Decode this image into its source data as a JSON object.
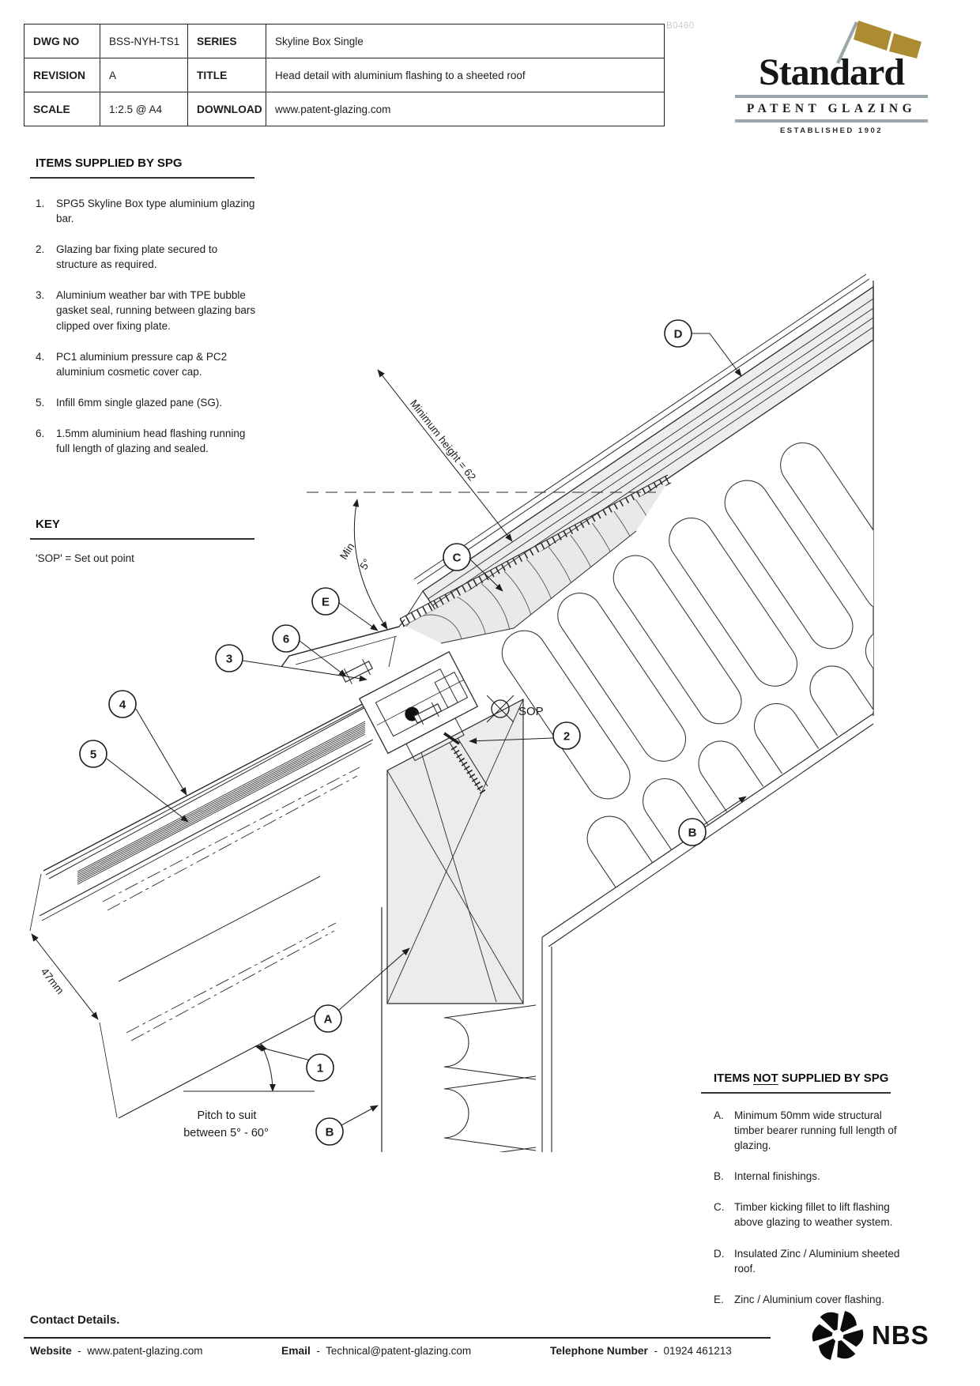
{
  "title_block": {
    "cells": [
      [
        "DWG NO",
        "BSS-NYH-TS1",
        "SERIES",
        "Skyline Box Single"
      ],
      [
        "REVISION",
        "A",
        "TITLE",
        "Head detail with aluminium flashing to a sheeted roof"
      ],
      [
        "SCALE",
        "1:2.5 @ A4",
        "DOWNLOAD",
        "www.patent-glazing.com"
      ]
    ],
    "watermark": "B0460"
  },
  "logo": {
    "name": "Standard",
    "tagline": "PATENT GLAZING",
    "established": "ESTABLISHED 1902",
    "flag_color": "#ab8c33",
    "rule_color": "#9aa7aa"
  },
  "supplied": {
    "heading": "ITEMS SUPPLIED BY SPG",
    "items": [
      {
        "n": "1.",
        "text": "SPG5 Skyline Box type aluminium glazing bar."
      },
      {
        "n": "2.",
        "text": "Glazing bar fixing plate secured to structure as required."
      },
      {
        "n": "3.",
        "text": "Aluminium weather bar with TPE bubble gasket seal, running between glazing bars clipped over fixing plate."
      },
      {
        "n": "4.",
        "text": "PC1 aluminium pressure cap & PC2 aluminium cosmetic cover cap."
      },
      {
        "n": "5.",
        "text": "Infill 6mm single glazed pane (SG)."
      },
      {
        "n": "6.",
        "text": "1.5mm aluminium head flashing running full length of glazing and sealed."
      }
    ]
  },
  "key": {
    "heading": "KEY",
    "text": "'SOP' = Set out point"
  },
  "not_supplied": {
    "heading_prefix": "ITEMS ",
    "heading_not": "NOT",
    "heading_suffix": " SUPPLIED BY SPG",
    "items": [
      {
        "n": "A.",
        "text": "Minimum 50mm wide structural timber bearer running full length of glazing."
      },
      {
        "n": "B.",
        "text": "Internal finishings."
      },
      {
        "n": "C.",
        "text": "Timber kicking fillet to lift flashing above glazing to weather system."
      },
      {
        "n": "D.",
        "text": "Insulated Zinc / Aluminium sheeted roof."
      },
      {
        "n": "E.",
        "text": "Zinc / Aluminium cover flashing."
      }
    ]
  },
  "drawing": {
    "callouts": {
      "d": "D",
      "c": "C",
      "e": "E",
      "n6": "6",
      "n3": "3",
      "n4": "4",
      "n5": "5",
      "n2": "2",
      "b_right": "B",
      "a": "A",
      "n1": "1",
      "b_bottom": "B"
    },
    "labels": {
      "sop": "SOP",
      "min_height": "Minimum height = 62",
      "min_abbr": "Min",
      "min_deg": "5°",
      "dim47": "47mm",
      "pitch1": "Pitch to suit",
      "pitch2": "between 5° - 60°"
    }
  },
  "contact": {
    "heading": "Contact Details.",
    "website_label": "Website",
    "website": "www.patent-glazing.com",
    "email_label": "Email",
    "email": "Technical@patent-glazing.com",
    "phone_label": "Telephone Number",
    "phone": "01924 461213",
    "dash": "-"
  },
  "nbs_label": "NBS"
}
